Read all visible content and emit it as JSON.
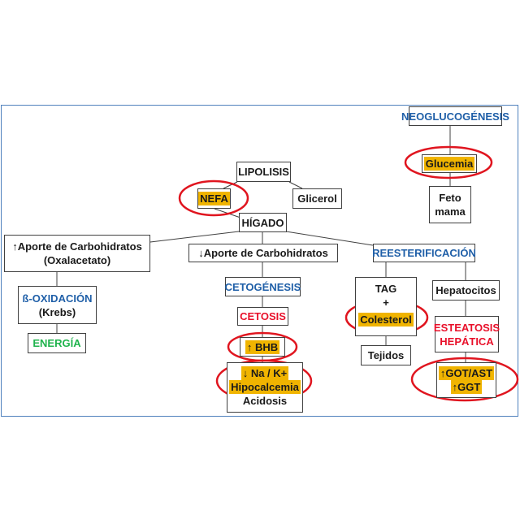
{
  "nodes": {
    "lipolisis": "LIPOLISIS",
    "nefa": "NEFA",
    "glicerol": "Glicerol",
    "higado": "HÍGADO",
    "aporte_up": [
      "↑Aporte de Carbohidratos",
      "(Oxalacetato)"
    ],
    "aporte_down": "↓Aporte de Carbohidratos",
    "reesterificacion": "REESTERIFICACIÓN",
    "b_oxidacion": [
      "ß-OXIDACIÓN",
      "(Krebs)"
    ],
    "energia": "ENERGÍA",
    "cetogenesis": "CETOGÉNESIS",
    "cetosis": "CETOSIS",
    "bhb": "↑ BHB",
    "na_k": "↓ Na / K+",
    "hipocalcemia": "Hipocalcemia",
    "acidosis": "Acidosis",
    "tag": "TAG",
    "plus": "+",
    "colesterol": "Colesterol",
    "tejidos": "Tejidos",
    "hepatocitos": "Hepatocitos",
    "esteatosis": [
      "ESTEATOSIS",
      "HEPÁTICA"
    ],
    "got_ast": "↑GOT/AST",
    "ggt": "↑GGT",
    "neoglucogenesis": "NEOGLUCOGÉNESIS",
    "glucemia": "Glucemia",
    "feto": [
      "Feto",
      "mama"
    ]
  },
  "colors": {
    "blue_text": "#1f5fa8",
    "red_text": "#e8102a",
    "green_text": "#1fb34c",
    "highlight": "#f0b400",
    "circle": "#e0151f",
    "frame": "#4f81bd"
  }
}
